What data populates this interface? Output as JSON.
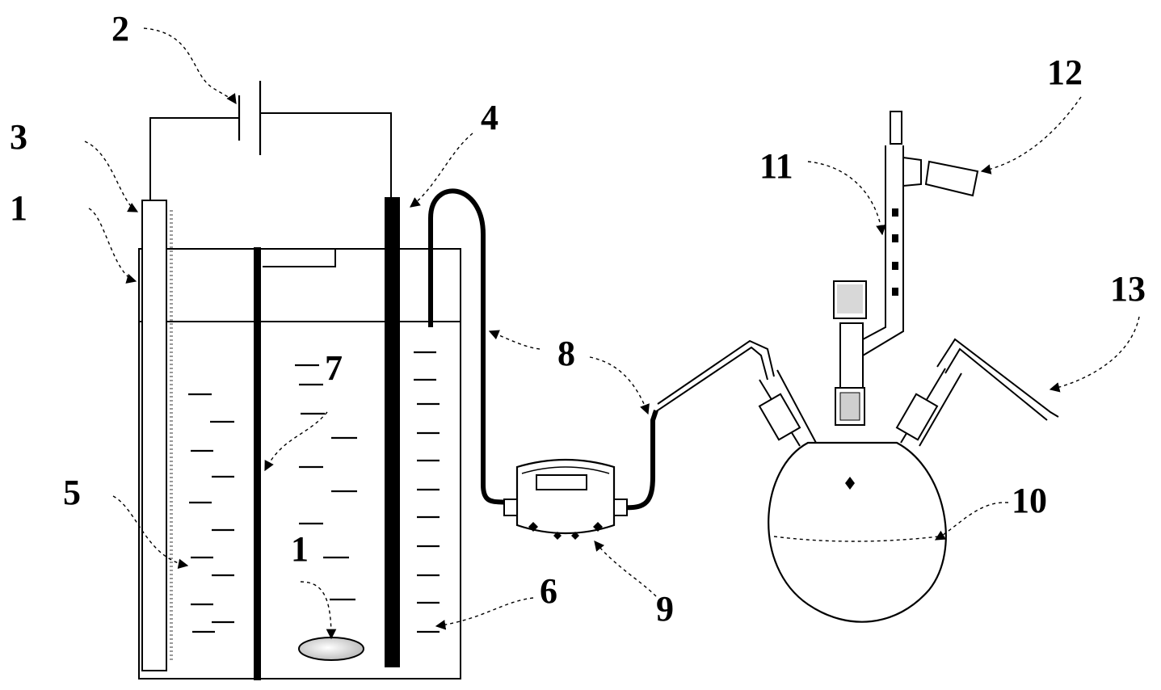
{
  "labels": {
    "l1_left": "1",
    "l2": "2",
    "l3": "3",
    "l4": "4",
    "l5": "5",
    "l6": "6",
    "l7": "7",
    "l8": "8",
    "l9": "9",
    "l10": "10",
    "l11": "11",
    "l12": "12",
    "l13": "13",
    "l1_bottom": "1"
  }
}
